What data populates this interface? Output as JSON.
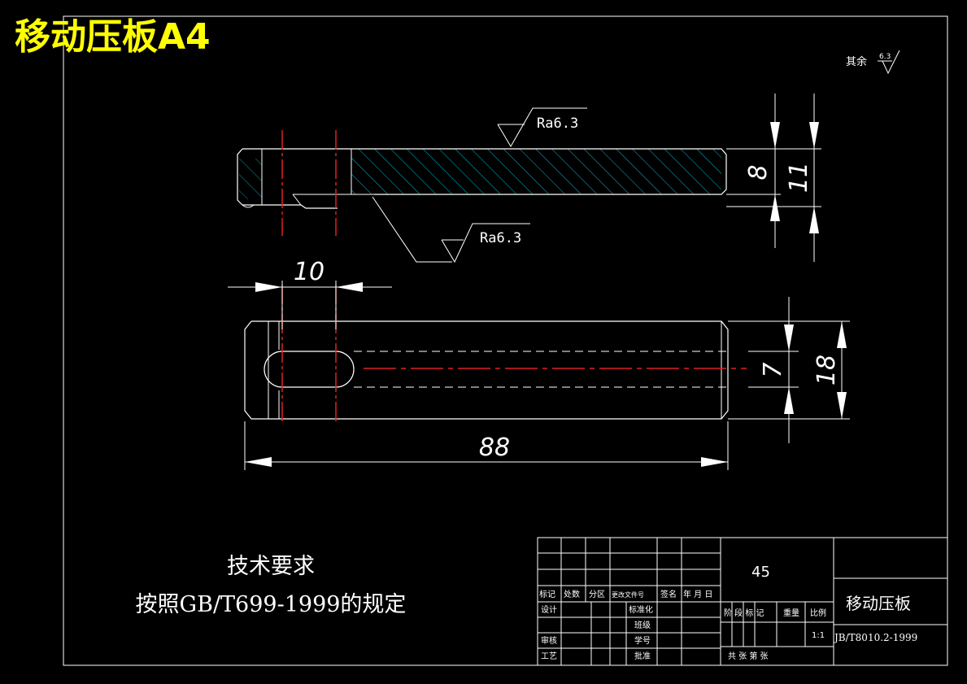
{
  "drawing": {
    "title": "移动压板A4",
    "roughness_note_label": "其余",
    "roughness_note_value": "6.3",
    "ra_top": "Ra6.3",
    "ra_bottom": "Ra6.3"
  },
  "dimensions": {
    "slot_width": "10",
    "height_inner": "8",
    "height_outer": "11",
    "slot_height": "7",
    "width": "18",
    "length": "88"
  },
  "technical_requirements": {
    "heading": "技术要求",
    "text": "按照GB/T699-1999的规定"
  },
  "title_block": {
    "material": "45",
    "part_name": "移动压板",
    "standard": "JB/T8010.2-1999",
    "scale": "1:1",
    "labels": {
      "mark": "标记",
      "count": "处数",
      "zone": "分区",
      "change_doc": "更改文件号",
      "sign": "签名",
      "date": "年 月 日",
      "design": "设计",
      "standardize": "标准化",
      "review": "审核",
      "process": "工艺",
      "class": "班级",
      "student_no": "学号",
      "approve": "批准",
      "stage_mark": "阶 段 标 记",
      "weight": "重量",
      "ratio": "比例",
      "sheets": "共    张  第    张"
    }
  }
}
